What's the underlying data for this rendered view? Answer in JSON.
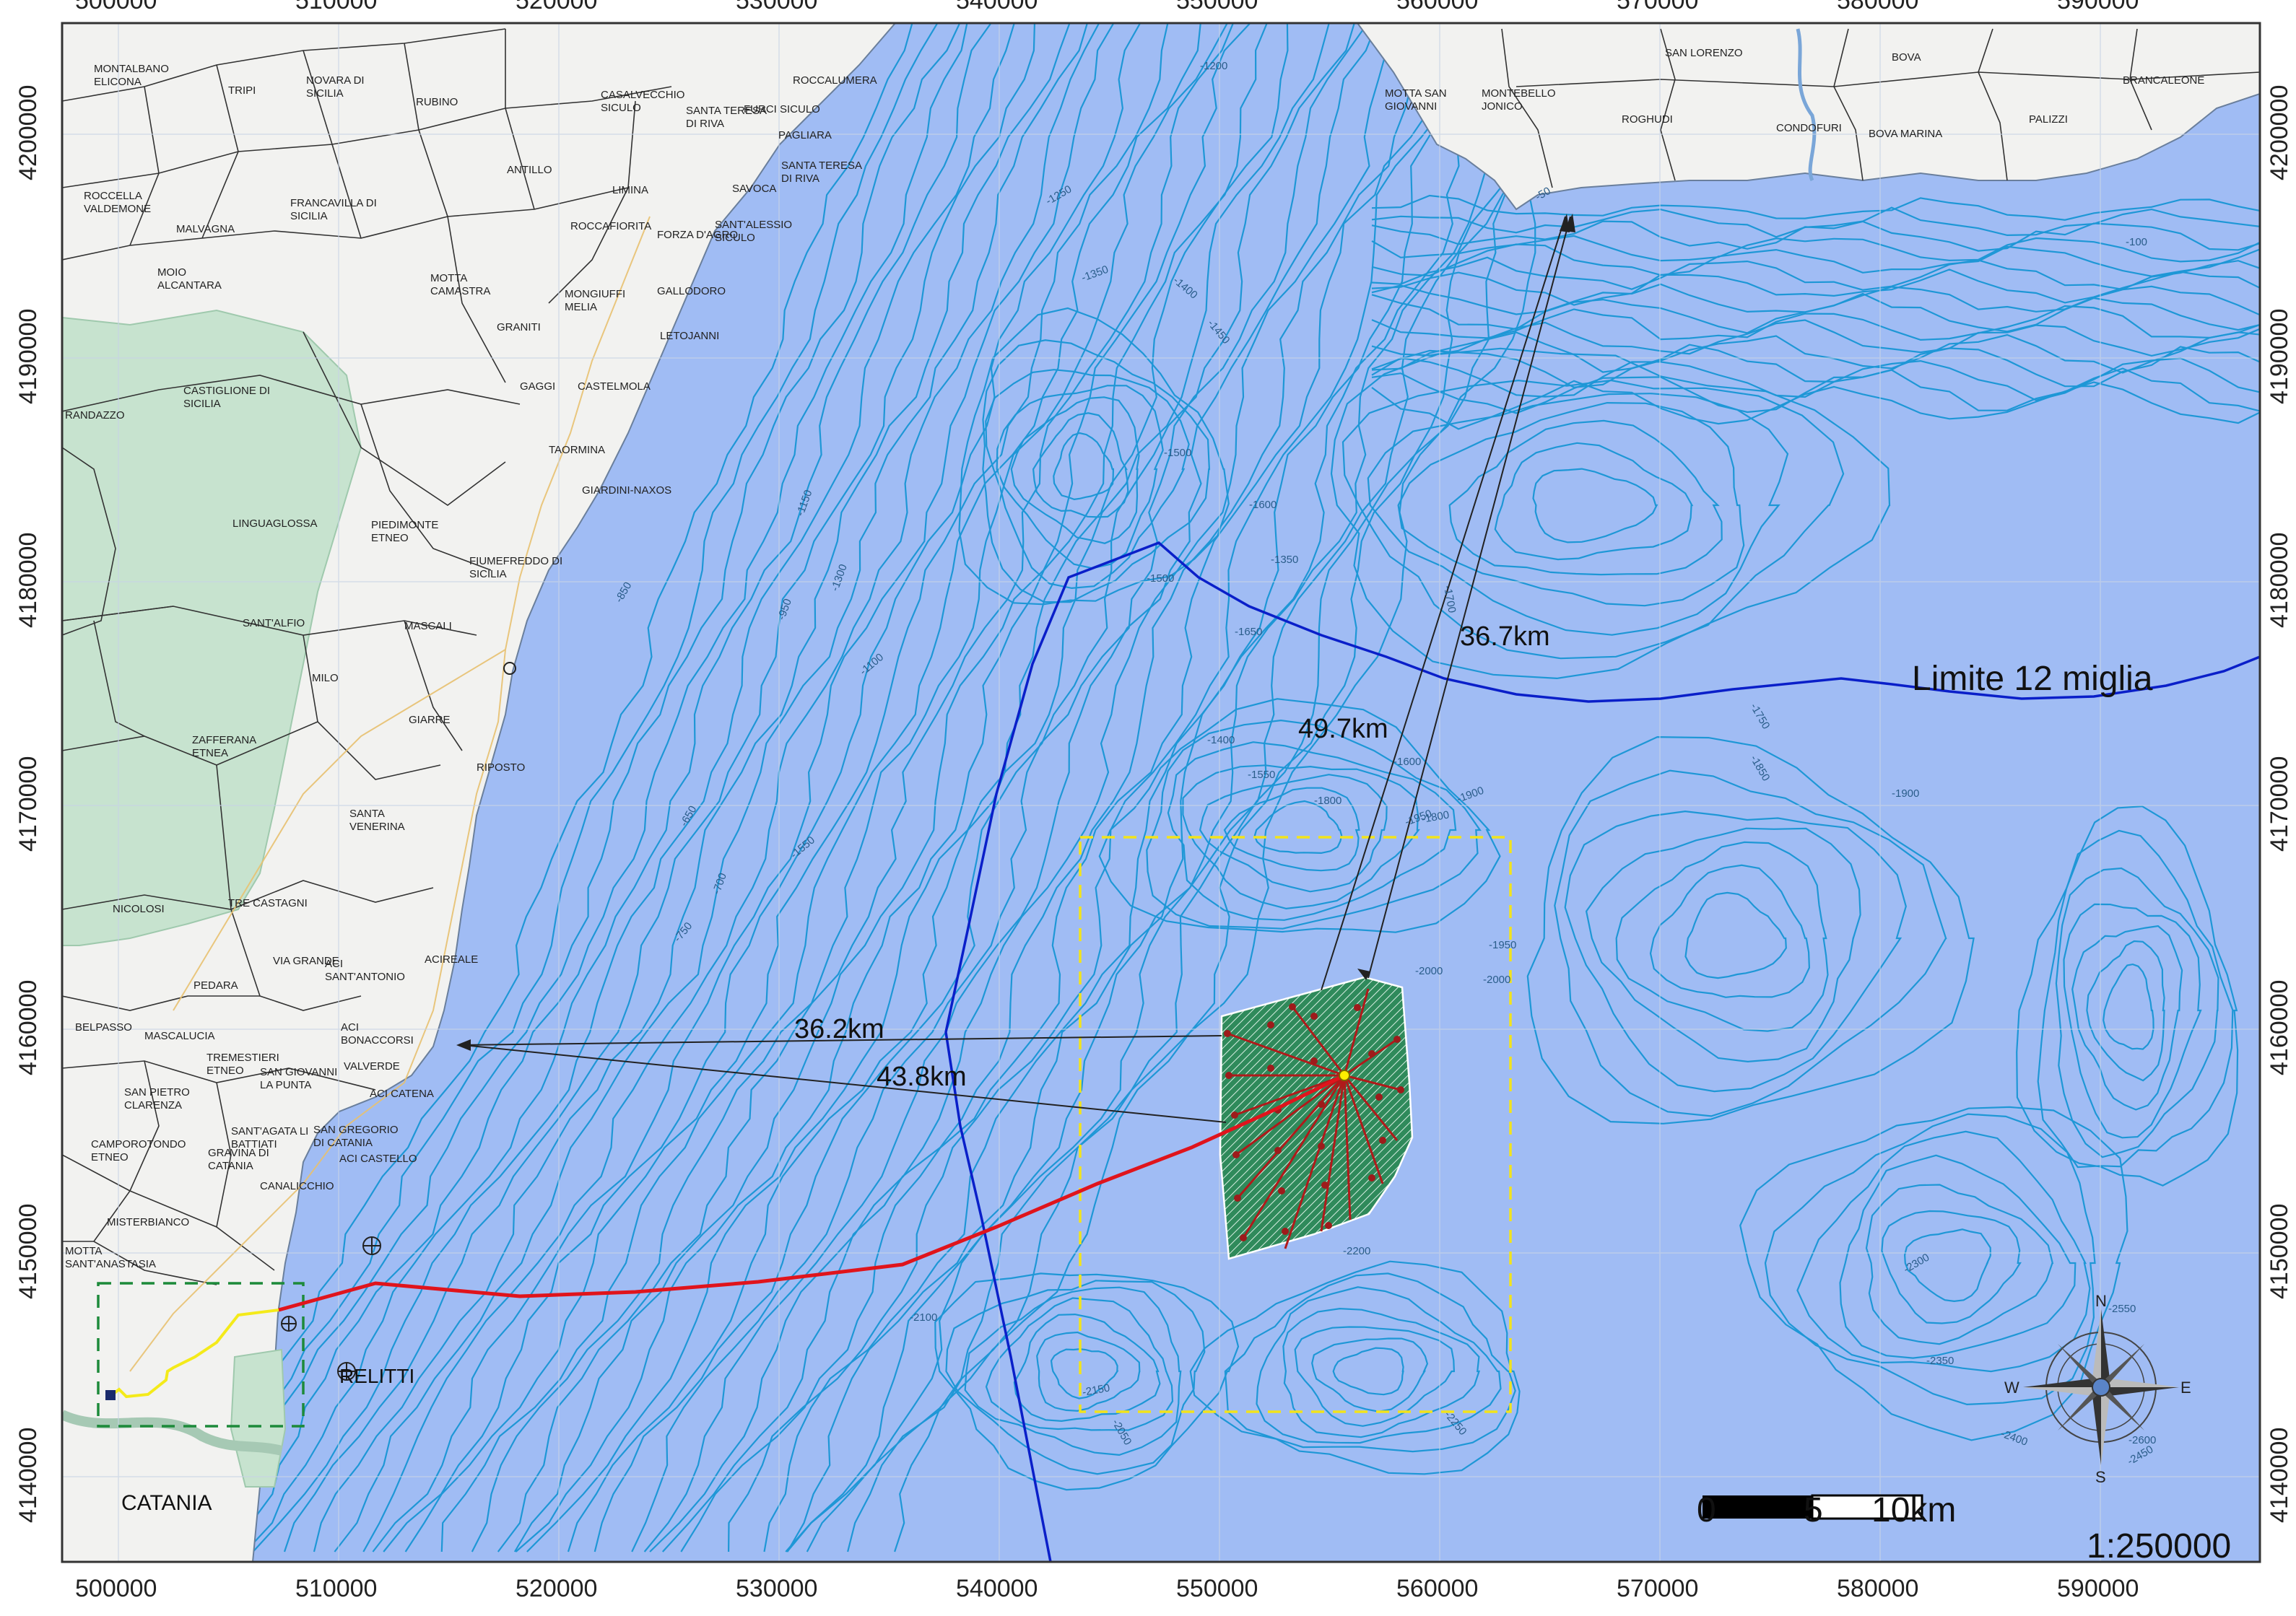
{
  "map": {
    "axis_x_ticks": [
      "500000",
      "510000",
      "520000",
      "530000",
      "540000",
      "550000",
      "560000",
      "570000",
      "580000",
      "590000"
    ],
    "axis_y_ticks": [
      "4200000",
      "4190000",
      "4180000",
      "4170000",
      "4160000",
      "4150000",
      "4140000"
    ],
    "axis_top_partial": [
      "500000",
      "510000",
      "520000",
      "530000",
      "540000",
      "550000",
      "560000",
      "570000",
      "580000",
      "590000"
    ],
    "labels": {
      "boundary": "Limite 12 miglia",
      "relitti": "RELITTI",
      "catania": "CATANIA",
      "dist_1": "36.7km",
      "dist_2": "49.7km",
      "dist_3": "36.2km",
      "dist_4": "43.8km"
    },
    "scale_bar": {
      "t0": "0",
      "t1": "5",
      "t2": "10km",
      "ratio": "1:250000"
    },
    "compass": {
      "n": "N",
      "s": "S",
      "e": "E",
      "w": "W"
    },
    "towns": [
      "MONTALBANO ELICONA",
      "TRIPI",
      "NOVARA DI SICILIA",
      "RUBINO",
      "CASALVECCHIO SICULO",
      "SANTA TERESA DI RIVA",
      "FURCI SICULO",
      "ROCCALUMERA",
      "PAGLIARA",
      "ROCCELLA VALDEMONE",
      "FRANCAVILLA DI SICILIA",
      "ANTILLO",
      "LIMINA",
      "SAVOCA",
      "SANTA TERESA DI RIVA",
      "MALVAGNA",
      "ROCCAFIORITA",
      "FORZA D'AGRO",
      "SANT'ALESSIO SICULO",
      "MOIO ALCANTARA",
      "MOTTA CAMASTRA",
      "MONGIUFFI MELIA",
      "GALLODORO",
      "GRANITI",
      "LETOJANNI",
      "GAGGI",
      "CASTELMOLA",
      "CASTIGLIONE DI SICILIA",
      "RANDAZZO",
      "TAORMINA",
      "GIARDINI-NAXOS",
      "LINGUAGLOSSA",
      "PIEDIMONTE ETNEO",
      "FIUMEFREDDO DI SICILIA",
      "SANT'ALFIO",
      "MASCALI",
      "MILO",
      "GIARRE",
      "ZAFFERANA ETNEA",
      "RIPOSTO",
      "SANTA VENERINA",
      "NICOLOSI",
      "TRE CASTAGNI",
      "VIA GRANDE",
      "ACI SANT'ANTONIO",
      "ACIREALE",
      "PEDARA",
      "BELPASSO",
      "MASCALUCIA",
      "TREMESTIERI ETNEO",
      "ACI BONACCORSI",
      "VALVERDE",
      "SAN GIOVANNI LA PUNTA",
      "ACI CATENA",
      "SAN PIETRO CLARENZA",
      "CAMPOROTONDO ETNEO",
      "SANT'AGATA LI BATTIATI",
      "SAN GREGORIO DI CATANIA",
      "GRAVINA DI CATANIA",
      "ACI CASTELLO",
      "CANALICCHIO",
      "MISTERBIANCO",
      "MOTTA SANT'ANASTASIA",
      "MOTTA SAN GIOVANNI",
      "MONTEBELLO JONICO",
      "SAN LORENZO",
      "ROGHUDI",
      "CONDOFURI",
      "BOVA",
      "BOVA MARINA",
      "PALIZZI",
      "BRANCALEONE"
    ],
    "depths": [
      "-1200",
      "-1250",
      "-1350",
      "-1400",
      "-1450",
      "-1500",
      "-1550",
      "-1600",
      "-1650",
      "-1700",
      "-1750",
      "-1800",
      "-1850",
      "-1900",
      "-1950",
      "-2000",
      "-2050",
      "-2100",
      "-2150",
      "-2200",
      "-2250",
      "-2300",
      "-2350",
      "-2400",
      "-2450",
      "-2550",
      "-2600",
      "-50",
      "-100",
      "-650",
      "-700",
      "-750",
      "-850",
      "-950",
      "-1100",
      "-1150",
      "-1300",
      "-1350",
      "-1400",
      "-1500",
      "-1550",
      "-1600",
      "-1800",
      "-1900",
      "-1950",
      "-2000"
    ]
  },
  "colors": {
    "sea": "#a0bcf4",
    "land": "#f2f2f0",
    "park": "#c7e3cf",
    "contour": "#1e97d6",
    "boundary": "#0a1fc9",
    "cable": "#e0141c",
    "farm": "#2f8a5b",
    "dashed_yellow": "#f2e31c",
    "dashed_green": "#1d8a3a"
  }
}
